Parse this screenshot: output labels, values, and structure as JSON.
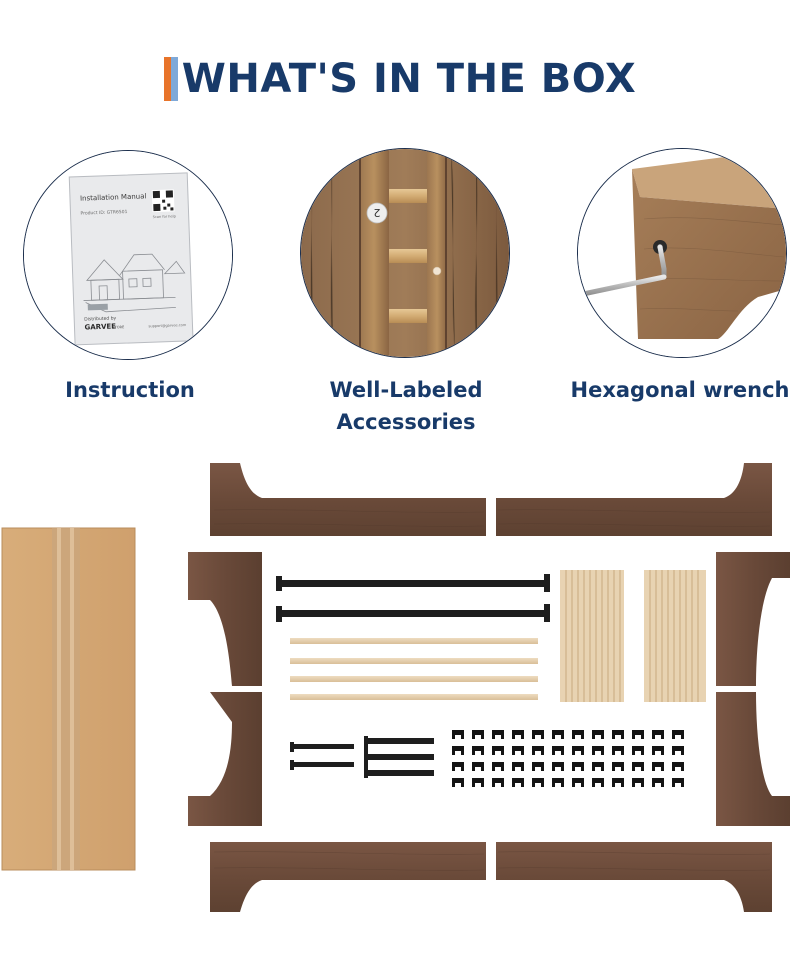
{
  "title": "WHAT'S IN THE BOX",
  "items": [
    {
      "label": "Instruction"
    },
    {
      "label_line1": "Well-Labeled",
      "label_line2": "Accessories"
    },
    {
      "label": "Hexagonal wrench"
    }
  ],
  "manual": {
    "title": "Installation Manual",
    "product": "Product ID: GTR6501",
    "distributed_by": "Distributed by",
    "brand": "GARVEE",
    "brand_suffix": "STORE",
    "email": "support@garvee.com",
    "qr_note": "Scan for help"
  },
  "ladder_sticker": "2",
  "colors": {
    "title_text": "#183a69",
    "accent_orange": "#e8742a",
    "accent_blue": "#7fa9d8",
    "walnut": "#6a4b3a",
    "light_wood": "#dcc3a0",
    "mdf": "#d2a776"
  }
}
